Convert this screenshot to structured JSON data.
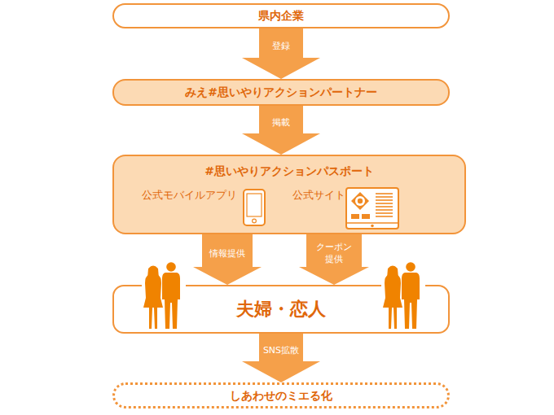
{
  "diagram": {
    "nodes": [
      {
        "text": [
          "県内企業"
        ]
      },
      {
        "text": [
          "みえ#思いやりアクションパートナー"
        ]
      },
      {
        "text": [
          "#思いやりアクションパスポート",
          "公式モバイルアプリ",
          "公式サイト"
        ]
      },
      {
        "text": [
          "夫婦・恋人"
        ]
      },
      {
        "text": [
          "しあわせのミエる化"
        ]
      }
    ],
    "edges": [
      {
        "from": 0,
        "to": 1,
        "arrow": "to",
        "label": "登録"
      },
      {
        "from": 1,
        "to": 2,
        "arrow": "to",
        "label": "掲載"
      },
      {
        "from": 2,
        "to": 3,
        "arrow": "to",
        "label": "情報提供"
      },
      {
        "from": 2,
        "to": 3,
        "arrow": "to",
        "label": "クーポン 提供"
      },
      {
        "from": 3,
        "to": 4,
        "arrow": "to",
        "label": "SNS拡散"
      }
    ]
  }
}
